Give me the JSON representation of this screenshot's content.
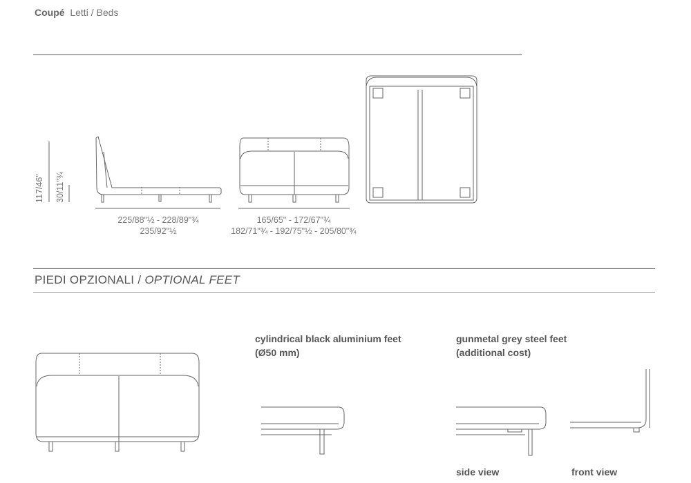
{
  "header": {
    "product": "Coupé",
    "category": "Letti / Beds"
  },
  "dimensions": {
    "height_total": "117/46\"",
    "height_bed": "30/11\"¾",
    "length_line1": "225/88\"½ - 228/89\"¾",
    "length_line2": "235/92\"½",
    "width_line1": "165/65\" - 172/67\"¾",
    "width_line2": "182/71\"¾ - 192/75\"½ - 205/80\"¾"
  },
  "section": {
    "title_it": "PIEDI OPZIONALI /",
    "title_en": "OPTIONAL FEET"
  },
  "feet": [
    {
      "label_line1": "cylindrical black aluminium feet",
      "label_line2": "(Ø50 mm)"
    },
    {
      "label_line1": "gunmetal grey steel feet",
      "label_line2": "(additional cost)"
    }
  ],
  "views": {
    "side": "side view",
    "front": "front view"
  }
}
